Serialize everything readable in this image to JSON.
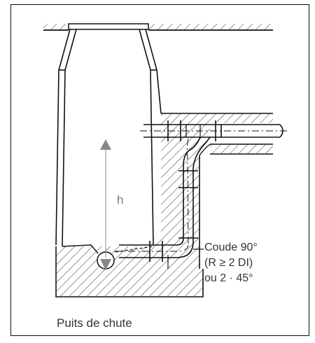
{
  "diagram": {
    "caption": "Puits de chute",
    "height_label": "h",
    "elbow_note": {
      "line1": "Coude 90°",
      "line2": "(R ≥ 2 DI)",
      "line3": "ou 2 · 45°"
    }
  }
}
